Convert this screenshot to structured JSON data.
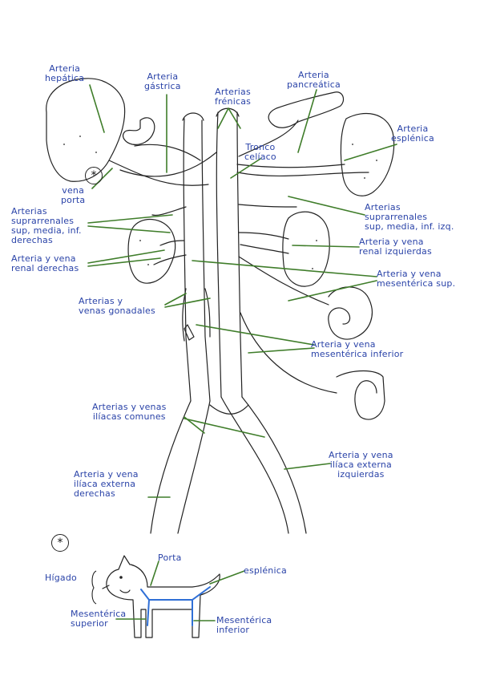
{
  "labels": {
    "hepatica": [
      "Arteria",
      "hepática"
    ],
    "gastrica": [
      "Arteria",
      "gástrica"
    ],
    "frenicas": [
      "Arterias",
      "frénicas"
    ],
    "pancreatica": [
      "Arteria",
      "pancreática"
    ],
    "esplenica": [
      "Arteria",
      "esplénica"
    ],
    "tronco": [
      "Tronco",
      "celíaco"
    ],
    "porta": [
      "vena",
      "porta"
    ],
    "supra_der": [
      "Arterias",
      "suprarrenales",
      "sup, media, inf.",
      "derechas"
    ],
    "supra_izq": [
      "Arterias",
      "suprarrenales",
      "sup, media, inf. izq."
    ],
    "renal_der": [
      "Arteria y vena",
      "renal derechas"
    ],
    "renal_izq": [
      "Arteria y vena",
      "renal izquierdas"
    ],
    "mes_sup": [
      "Arteria y vena",
      "mesentérica sup."
    ],
    "gonadales": [
      "Arterias y",
      "venas gonadales"
    ],
    "mes_inf": [
      "Arteria y vena",
      "mesentérica inferior"
    ],
    "iliacas_comunes": [
      "Arterias y venas",
      "ilíacas comunes"
    ],
    "iliaca_izq": [
      "Arteria y vena",
      "ilíaca externa",
      "izquierdas"
    ],
    "iliaca_der": [
      "Arteria y vena",
      "ilíaca externa",
      "derechas"
    ]
  },
  "legend": {
    "symbol": "*",
    "higado": "Hígado",
    "porta": "Porta",
    "esplenica": "esplénica",
    "mes_sup": [
      "Mesentérica",
      "superior"
    ],
    "mes_inf": [
      "Mesentérica",
      "inferior"
    ]
  },
  "colors": {
    "ink": "#222222",
    "label_blue": "#2a43a8",
    "pointer_green": "#3f7d2a",
    "vein_blue": "#2f6fd6"
  }
}
